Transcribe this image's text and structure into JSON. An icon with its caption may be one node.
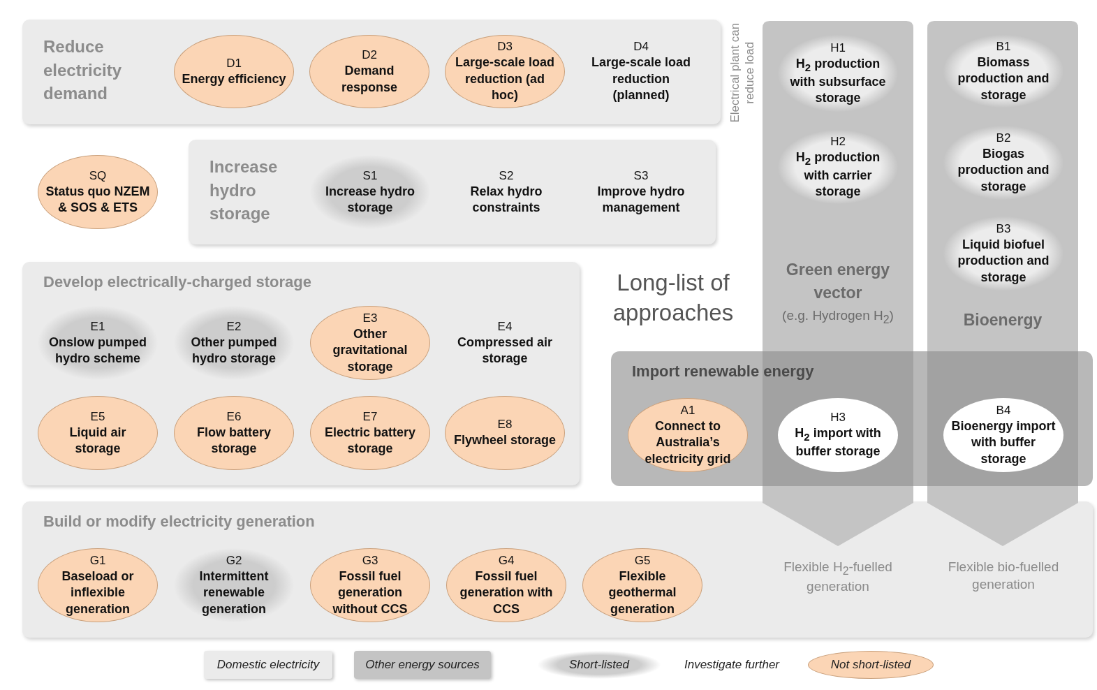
{
  "diagram": {
    "title": "Long-list of approaches",
    "nodes": [
      {
        "text": [
          "Reduce electricity demand"
        ]
      },
      {
        "text": [
          "D1",
          "Energy efficiency"
        ],
        "in": 0
      },
      {
        "text": [
          "D2",
          "Demand response"
        ],
        "in": 0
      },
      {
        "text": [
          "D3",
          "Large-scale load reduction (ad hoc)"
        ],
        "in": 0
      },
      {
        "text": [
          "D4",
          "Large-scale load reduction (planned)"
        ],
        "in": 0
      },
      {
        "text": [
          "SQ",
          "Status quo NZEM & SOS & ETS"
        ]
      },
      {
        "text": [
          "Increase hydro storage"
        ]
      },
      {
        "text": [
          "S1",
          "Increase hydro storage"
        ],
        "in": 6
      },
      {
        "text": [
          "S2",
          "Relax hydro constraints"
        ],
        "in": 6
      },
      {
        "text": [
          "S3",
          "Improve hydro management"
        ],
        "in": 6
      },
      {
        "text": [
          "Develop electrically-charged storage"
        ]
      },
      {
        "text": [
          "E1",
          "Onslow pumped hydro scheme"
        ],
        "in": 10
      },
      {
        "text": [
          "E2",
          "Other pumped hydro storage"
        ],
        "in": 10
      },
      {
        "text": [
          "E3",
          "Other gravitational storage"
        ],
        "in": 10
      },
      {
        "text": [
          "E4",
          "Compressed air storage"
        ],
        "in": 10
      },
      {
        "text": [
          "E5",
          "Liquid air storage"
        ],
        "in": 10
      },
      {
        "text": [
          "E6",
          "Flow battery storage"
        ],
        "in": 10
      },
      {
        "text": [
          "E7",
          "Electric battery storage"
        ],
        "in": 10
      },
      {
        "text": [
          "E8",
          "Flywheel storage"
        ],
        "in": 10
      },
      {
        "text": [
          "Green energy vector",
          "(e.g. Hydrogen H$_{2}$)"
        ]
      },
      {
        "text": [
          "H1",
          "H$_{2}$ production with subsurface storage"
        ],
        "in": 19
      },
      {
        "text": [
          "H2",
          "H$_{2}$ production with carrier storage"
        ],
        "in": 19
      },
      {
        "text": [
          "Bioenergy"
        ]
      },
      {
        "text": [
          "B1",
          "Biomass production and storage"
        ],
        "in": 22
      },
      {
        "text": [
          "B2",
          "Biogas production and storage"
        ],
        "in": 22
      },
      {
        "text": [
          "B3",
          "Liquid biofuel production and storage"
        ],
        "in": 22
      },
      {
        "text": [
          "Import renewable energy"
        ]
      },
      {
        "text": [
          "A1",
          "Connect to Australia’s electricity grid"
        ],
        "in": 26
      },
      {
        "text": [
          "H3",
          "H$_{2}$ import with buffer storage"
        ]
      },
      {
        "text": [
          "B4",
          "Bioenergy import with buffer storage"
        ]
      },
      {
        "text": [
          "Build or modify electricity generation"
        ]
      },
      {
        "text": [
          "G1",
          "Baseload or inflexible generation"
        ],
        "in": 30
      },
      {
        "text": [
          "G2",
          "Intermittent renewable generation"
        ],
        "in": 30
      },
      {
        "text": [
          "G3",
          "Fossil fuel generation without CCS"
        ],
        "in": 30
      },
      {
        "text": [
          "G4",
          "Fossil fuel generation with CCS"
        ],
        "in": 30
      },
      {
        "text": [
          "G5",
          "Flexible geothermal generation"
        ],
        "in": 30
      }
    ],
    "labels": [
      "Electrical plant can reduce load",
      "Flexible H$_{2}$-fuelled generation",
      "Flexible bio-fuelled generation"
    ],
    "legend": [
      {
        "text": "Domestic electricity",
        "color": "#ebebeb"
      },
      {
        "text": "Other energy sources",
        "color": "#c4c4c4"
      },
      {
        "text": "Short-listed"
      },
      {
        "text": "Investigate further"
      },
      {
        "text": "Not short-listed",
        "color": "#fbd5b5"
      }
    ]
  }
}
